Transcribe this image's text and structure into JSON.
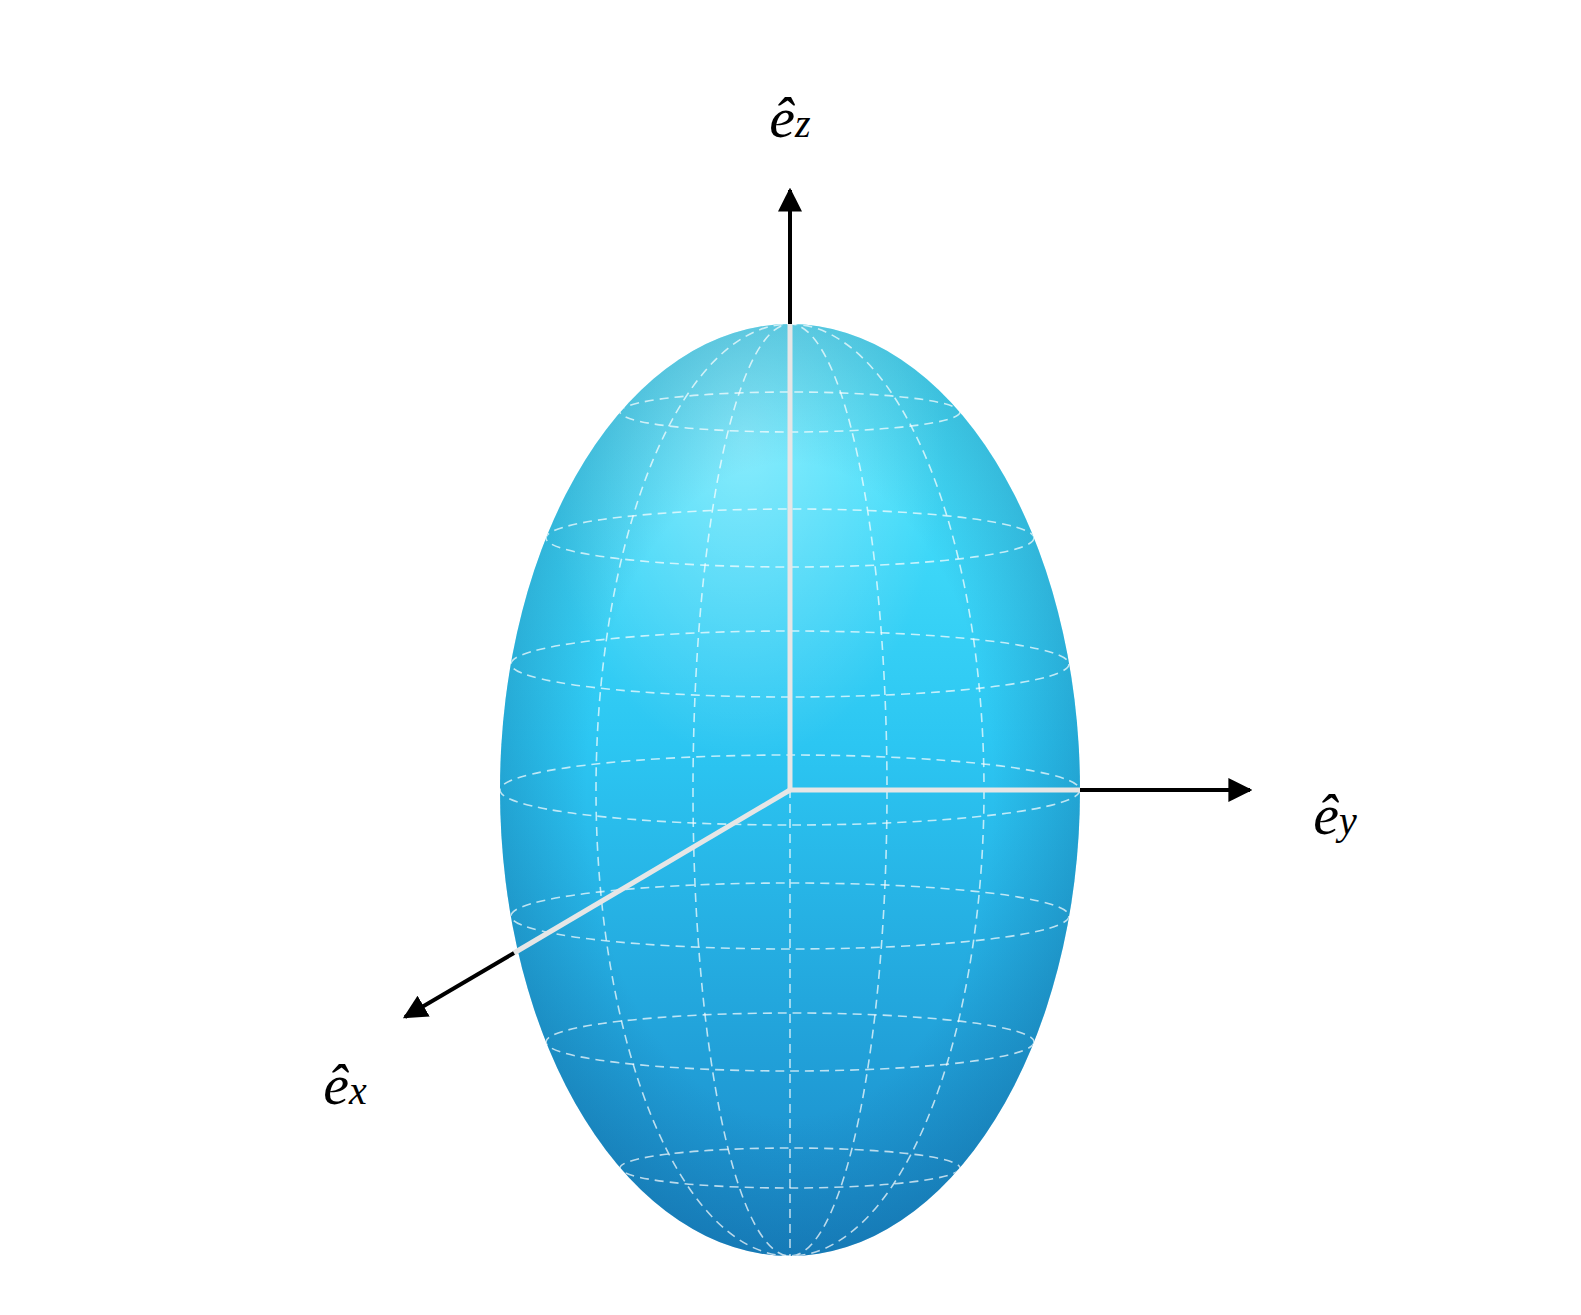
{
  "diagram": {
    "labels": [
      "êz",
      "êy",
      "êx"
    ]
  }
}
